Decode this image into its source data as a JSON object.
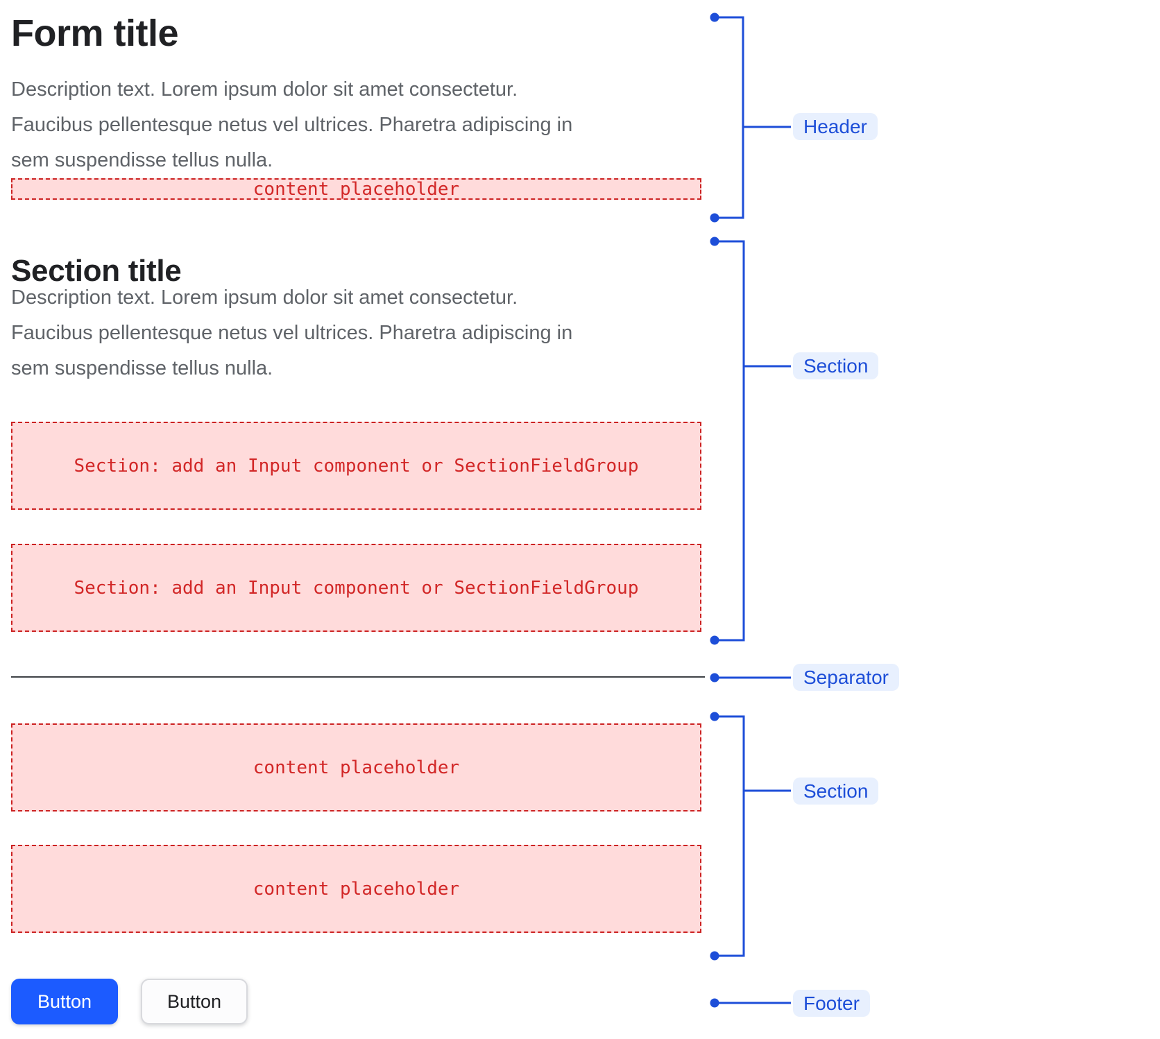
{
  "form": {
    "title": "Form title",
    "description_lines": [
      "Description text. Lorem ipsum dolor sit amet consectetur.",
      "Faucibus pellentesque netus vel ultrices. Pharetra adipiscing in",
      "sem suspendisse tellus nulla."
    ],
    "header_placeholder": "content placeholder",
    "section": {
      "title": "Section title",
      "description_lines": [
        "Description text. Lorem ipsum dolor sit amet consectetur.",
        "Faucibus pellentesque netus vel ultrices. Pharetra adipiscing in",
        "sem suspendisse tellus nulla."
      ],
      "slot_placeholders": [
        "Section: add an Input component or SectionFieldGroup",
        "Section: add an Input component or SectionFieldGroup"
      ]
    },
    "content_section": {
      "placeholders": [
        "content placeholder",
        "content placeholder"
      ]
    },
    "footer": {
      "primary_button_label": "Button",
      "secondary_button_label": "Button"
    }
  },
  "annotations": {
    "header_label": "Header",
    "section1_label": "Section",
    "separator_label": "Separator",
    "section2_label": "Section",
    "footer_label": "Footer"
  },
  "colors": {
    "annotation_blue": "#1d4ed8",
    "annotation_pill_bg": "#e8f0fe",
    "placeholder_bg": "#ffdbdb",
    "placeholder_border": "#cc2222",
    "placeholder_text": "#d22727",
    "primary_button_bg": "#1c5bff",
    "title_text": "#202124",
    "description_text": "#5f6368",
    "separator_line": "#3f4247"
  }
}
